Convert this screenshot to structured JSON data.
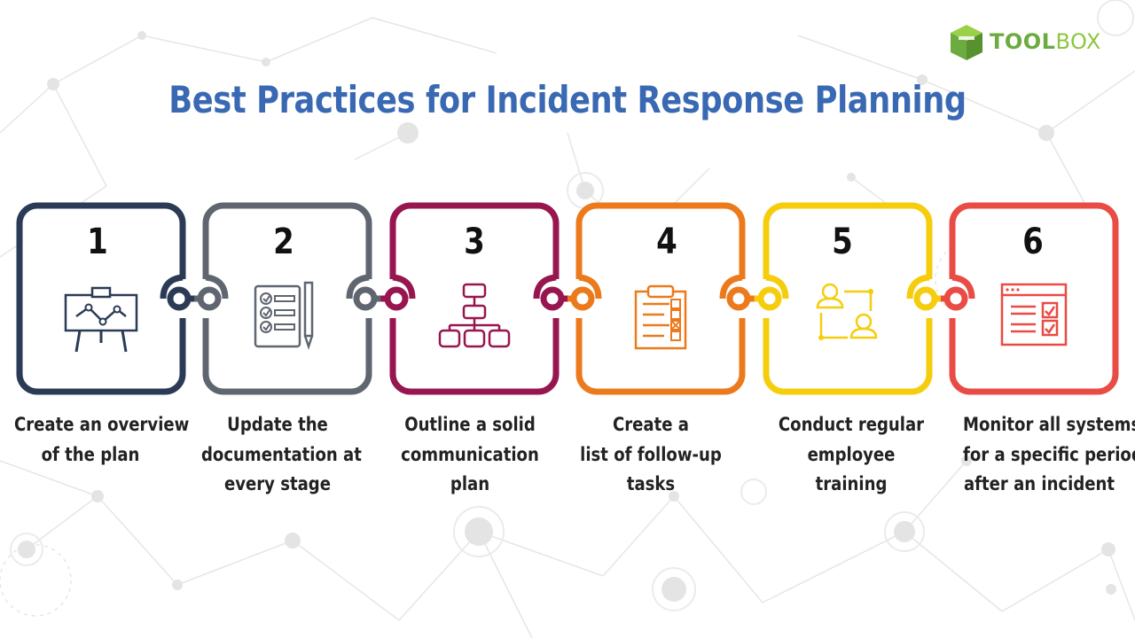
{
  "brand": {
    "name_part1": "TOOL",
    "name_part2": "BOX",
    "color_dark": "#6cab3f",
    "color_light": "#8cc63f"
  },
  "title": "Best Practices for Incident Response Planning",
  "steps": [
    {
      "number": "1",
      "lines": [
        "Create an overview",
        "of the plan"
      ],
      "color": "#2b3a55",
      "icon": "presentation-board-icon"
    },
    {
      "number": "2",
      "lines": [
        "Update the",
        "documentation at",
        "every stage"
      ],
      "color": "#5f6670",
      "icon": "checklist-pen-icon"
    },
    {
      "number": "3",
      "lines": [
        "Outline a solid",
        "communication",
        "plan"
      ],
      "color": "#98164f",
      "icon": "org-chart-icon"
    },
    {
      "number": "4",
      "lines": [
        "Create a",
        "list of follow-up",
        "tasks"
      ],
      "color": "#ec7a1c",
      "icon": "clipboard-tasks-icon"
    },
    {
      "number": "5",
      "lines": [
        "Conduct regular",
        "employee",
        "training"
      ],
      "color": "#f5cd0d",
      "icon": "people-training-icon"
    },
    {
      "number": "6",
      "lines": [
        "Monitor all systems",
        "for a specific period",
        "after an incident"
      ],
      "color": "#e94b45",
      "icon": "monitor-checklist-icon"
    }
  ]
}
